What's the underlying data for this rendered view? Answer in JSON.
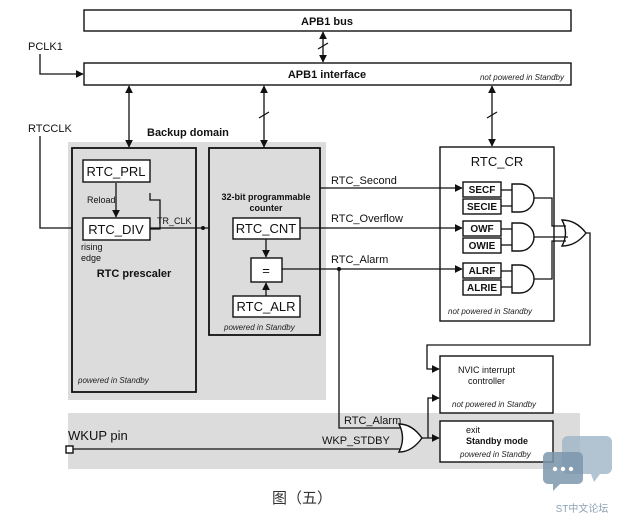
{
  "bus": {
    "apb1_bus": "APB1 bus",
    "apb1_interface": "APB1 interface",
    "interface_note": "not powered in Standby",
    "pclk_label": "PCLK1"
  },
  "inputs": {
    "rtcclk": "RTCCLK",
    "wkup_pin": "WKUP pin"
  },
  "backup_domain": {
    "title": "Backup domain"
  },
  "prescaler": {
    "title": "RTC prescaler",
    "prl": "RTC_PRL",
    "reload": "Reload",
    "div": "RTC_DIV",
    "rising": "rising",
    "edge": "edge",
    "tr_clk": "TR_CLK",
    "power_note": "powered in Standby"
  },
  "counter": {
    "title_line1": "32-bit programmable",
    "title_line2": "counter",
    "cnt": "RTC_CNT",
    "compare": "=",
    "alr": "RTC_ALR",
    "power_note": "powered in Standby"
  },
  "signals": {
    "second": "RTC_Second",
    "overflow": "RTC_Overflow",
    "alarm": "RTC_Alarm",
    "alarm_bottom": "RTC_Alarm",
    "wkp_stdby": "WKP_STDBY"
  },
  "rtc_cr": {
    "title": "RTC_CR",
    "flags": [
      "SECF",
      "SECIE",
      "OWF",
      "OWIE",
      "ALRF",
      "ALRIE"
    ],
    "power_note": "not powered in Standby"
  },
  "nvic": {
    "line1": "NVIC interrupt",
    "line2": "controller",
    "power_note": "not powered in Standby"
  },
  "exit_standby": {
    "line1": "exit",
    "line2": "Standby mode",
    "power_note": "powered in Standby"
  },
  "caption": "图（五）",
  "watermark": "ST中文论坛",
  "colors": {
    "shade": "#dcdcdc",
    "watermark": "#8ba3b8",
    "line": "#111111"
  }
}
